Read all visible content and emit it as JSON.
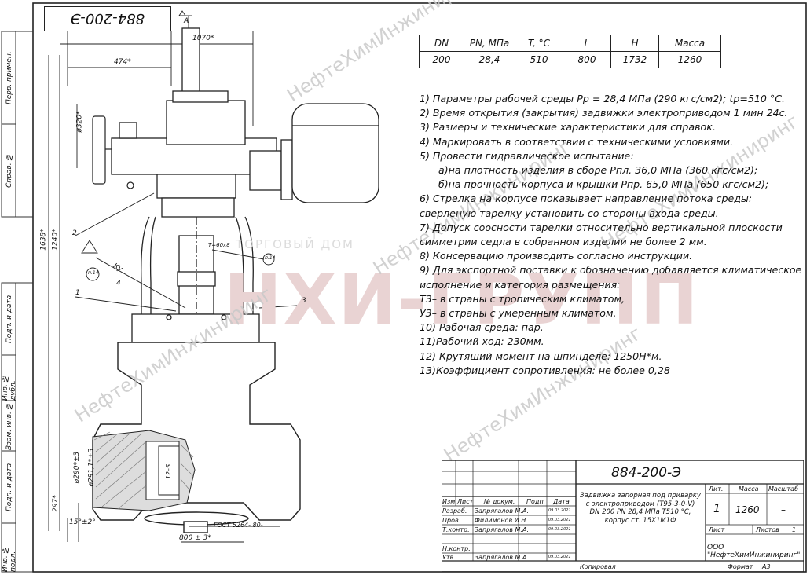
{
  "stamp": {
    "code": "884-200-Э"
  },
  "params_table": {
    "headers": [
      "DN",
      "PN, МПа",
      "T, °C",
      "L",
      "H",
      "Масса"
    ],
    "values": [
      "200",
      "28,4",
      "510",
      "800",
      "1732",
      "1260"
    ]
  },
  "notes": [
    "1) Параметры рабочей среды Рр = 28,4 МПа (290 кгс/см2); tр=510 °С.",
    "2) Время открытия (закрытия) задвижки электроприводом 1 мин 24с.",
    "3) Размеры и технические характеристики для справок.",
    "4) Маркировать в соответствии с техническими условиями.",
    "5) Провести гидравлическое испытание:",
    "   а)на плотность изделия в сборе Рпл. 36,0 МПа (360 кгс/см2);",
    "   б)на прочность корпуса и крышки Рпр. 65,0 МПа (650 кгс/см2);",
    "6) Стрелка на корпусе показывает направление потока среды:",
    "сверленую тарелку установить со стороны входа среды.",
    "7) Допуск соосности тарелки относительно вертикальной плоскости",
    "симметрии седла в собранном изделии не более 2 мм.",
    "8) Консервацию производить согласно инструкции.",
    "9) Для экспортной поставки к обозначению добавляется климатическое",
    "исполнение и категория размещения:",
    "Т3– в страны с тропическим климатом,",
    "У3– в страны с умеренным климатом.",
    "10) Рабочая среда: пар.",
    "11)Рабочий ход: 230мм.",
    "12) Крутящий момент на шпинделе: 1250Н*м.",
    "13)Коэффициент сопротивления: не более 0,28"
  ],
  "side_labels": [
    "Перв. примен.",
    "Справ. №",
    "Подп. и дата",
    "Инв. № дубл.",
    "Взам. инв. №",
    "Подп. и дата",
    "Инв. № подл."
  ],
  "dimensions": {
    "d1070": "1070*",
    "d474": "474*",
    "d320": "ø320*",
    "d1638": "1638*",
    "d1240": "1240*",
    "d290": "ø290*±3",
    "d291": "ø291,1*±3",
    "d297": "297*",
    "d800": "800 ± 3*",
    "a15": "15°±2°",
    "label_a": "А",
    "label_ky": "Ку",
    "label_gost": "ГОСТ 5264- 80-",
    "label_tol": "Т=60х8",
    "label_ref": "п.14",
    "label_ref2": "п.14",
    "label_1": "1",
    "label_2": "2",
    "label_3": "3",
    "label_4": "4",
    "label_12s": "12–S"
  },
  "watermark": {
    "company": "НефтеХимИнжиниринг",
    "brand": "НХИ-ГРУПП",
    "brand_small": "ТОРГОВЫЙ ДОМ"
  },
  "title_block": {
    "designation": "884-200-Э",
    "description": [
      "Задвижка запорная под приварку",
      "с электроприводом (Т95-3-0-V)",
      "DN 200 PN 28,4 МПа Т510 °С,",
      "корпус ст. 15Х1М1Ф"
    ],
    "col_headers": [
      "Изм",
      "Лист",
      "№ докум.",
      "Подп.",
      "Дата"
    ],
    "rows": [
      {
        "role": "Разраб.",
        "name": "Запрягалов М.А.",
        "date": "09.03.2021"
      },
      {
        "role": "Пров.",
        "name": "Филимонов И.Н.",
        "date": "09.03.2021"
      },
      {
        "role": "Т.контр.",
        "name": "Запрягалов М.А.",
        "date": "09.03.2021"
      },
      {
        "role": "",
        "name": "",
        "date": ""
      },
      {
        "role": "Н.контр.",
        "name": "",
        "date": ""
      },
      {
        "role": "Утв.",
        "name": "Запрягалов М.А.",
        "date": "09.03.2021"
      }
    ],
    "lit_label": "Лит.",
    "mass_label": "Масса",
    "scale_label": "Масштаб",
    "lit_value": "1",
    "mass_value": "1260",
    "scale_value": "–",
    "sheet_label": "Лист",
    "sheets_label": "Листов",
    "sheets_value": "1",
    "company": "ООО \"НефтеХимИнжиниринг\"",
    "copied": "Копировал",
    "format": "Формат",
    "format_value": "А3"
  }
}
